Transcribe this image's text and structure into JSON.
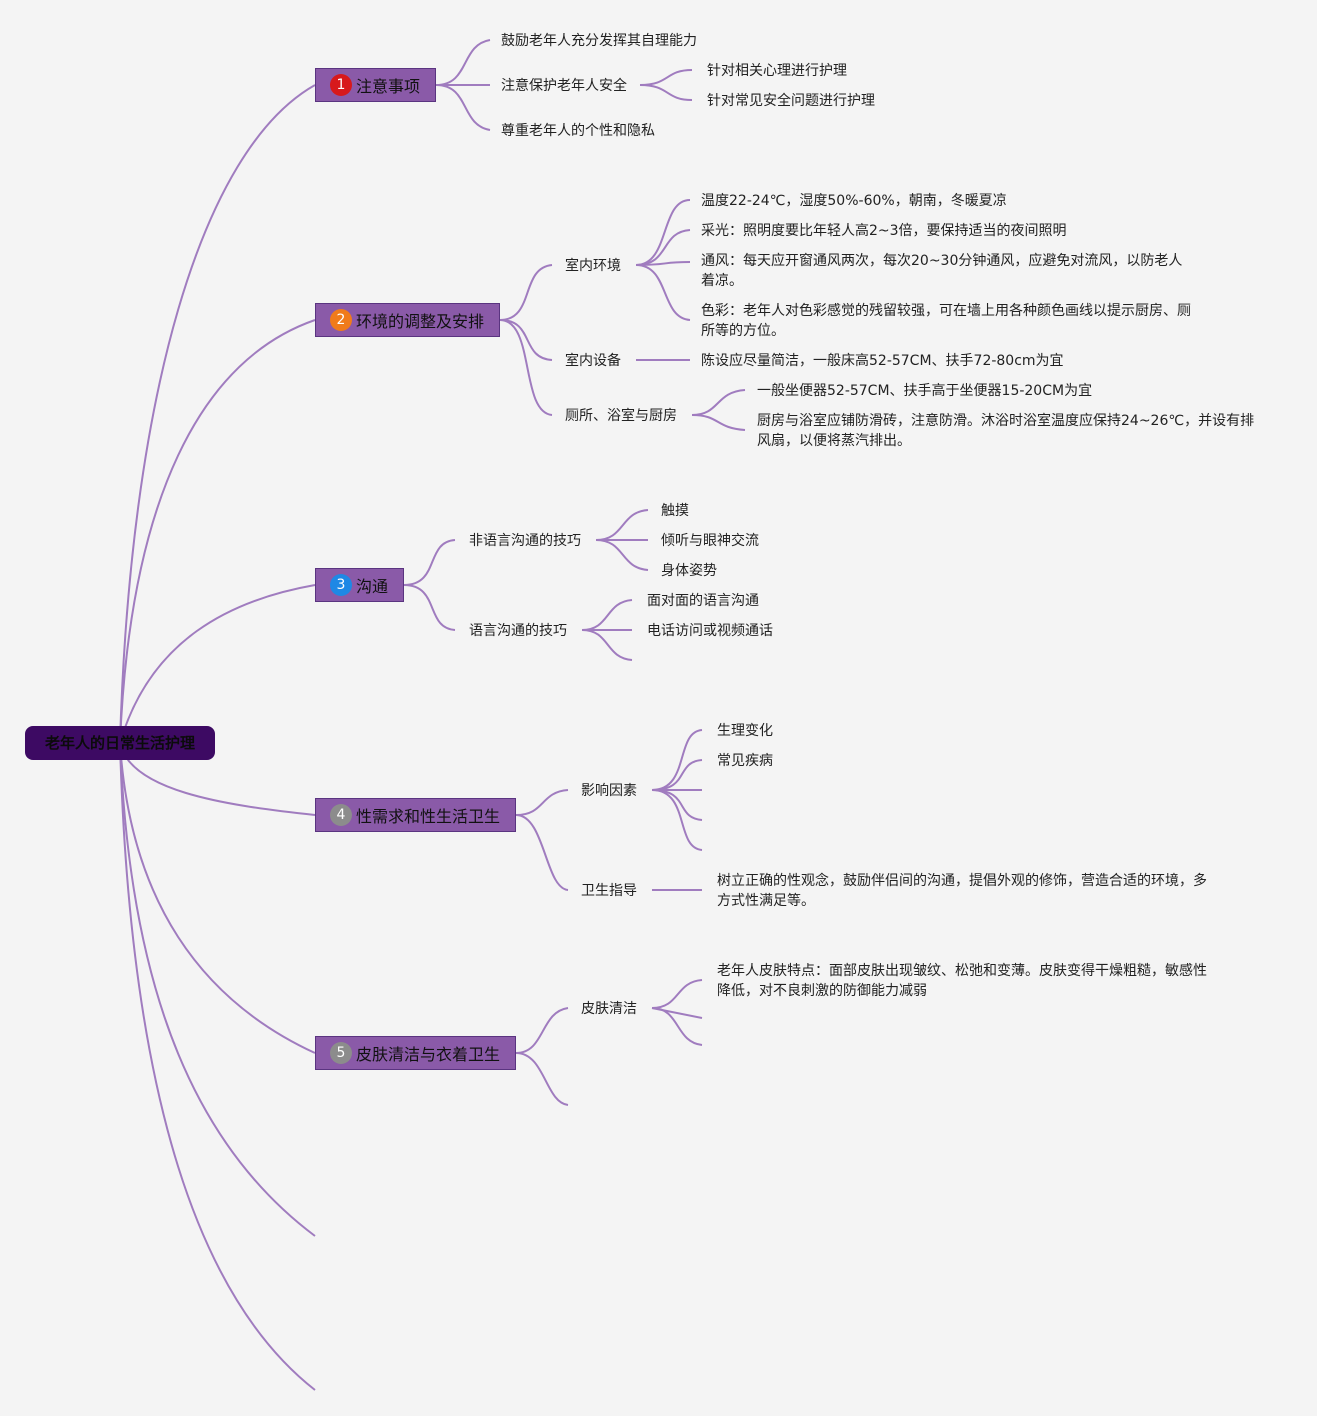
{
  "root": {
    "label": "老年人的日常生活护理"
  },
  "branch_color": "#a07cbf",
  "topics": [
    {
      "number": "1",
      "badge_color": "#d7191c",
      "label": "注意事项",
      "children": [
        {
          "label": "鼓励老年人充分发挥其自理能力"
        },
        {
          "label": "注意保护老年人安全",
          "children": [
            "针对相关心理进行护理",
            "针对常见安全问题进行护理"
          ]
        },
        {
          "label": "尊重老年人的个性和隐私"
        }
      ]
    },
    {
      "number": "2",
      "badge_color": "#f07b1b",
      "label": "环境的调整及安排",
      "children": [
        {
          "label": "室内环境",
          "children": [
            "温度22-24℃，湿度50%-60%，朝南，冬暖夏凉",
            "采光：照明度要比年轻人高2~3倍，要保持适当的夜间照明",
            "通风：每天应开窗通风两次，每次20~30分钟通风，应避免对流风，以防老人着凉。",
            "色彩：老年人对色彩感觉的残留较强，可在墙上用各种颜色画线以提示厨房、厕所等的方位。"
          ]
        },
        {
          "label": "室内设备",
          "children": [
            "陈设应尽量简洁，一般床高52-57CM、扶手72-80cm为宜"
          ]
        },
        {
          "label": "厕所、浴室与厨房",
          "children": [
            "一般坐便器52-57CM、扶手高于坐便器15-20CM为宜",
            "厨房与浴室应铺防滑砖，注意防滑。沐浴时浴室温度应保持24~26℃，并设有排风扇，以便将蒸汽排出。"
          ]
        }
      ]
    },
    {
      "number": "3",
      "badge_color": "#1e88e5",
      "label": "沟通",
      "children": [
        {
          "label": "非语言沟通的技巧",
          "children": [
            "触摸",
            "倾听与眼神交流",
            "身体姿势"
          ]
        },
        {
          "label": "语言沟通的技巧",
          "children": [
            "面对面的语言沟通",
            "电话访问或视频通话"
          ]
        }
      ]
    },
    {
      "number": "4",
      "badge_color": "#8c8c8c",
      "label": "性需求和性生活卫生",
      "children": [
        {
          "label": "影响因素",
          "children": [
            "生理变化",
            "常见疾病"
          ]
        },
        {
          "label": "卫生指导",
          "children": [
            "树立正确的性观念，鼓励伴侣间的沟通，提倡外观的修饰，营造合适的环境，多方式性满足等。"
          ]
        }
      ]
    },
    {
      "number": "5",
      "badge_color": "#8c8c8c",
      "label": "皮肤清洁与衣着卫生",
      "children": [
        {
          "label": "皮肤清洁",
          "children": [
            "老年人皮肤特点：面部皮肤出现皱纹、松弛和变薄。皮肤变得干燥粗糙，敏感性降低，对不良刺激的防御能力减弱"
          ]
        }
      ]
    }
  ]
}
